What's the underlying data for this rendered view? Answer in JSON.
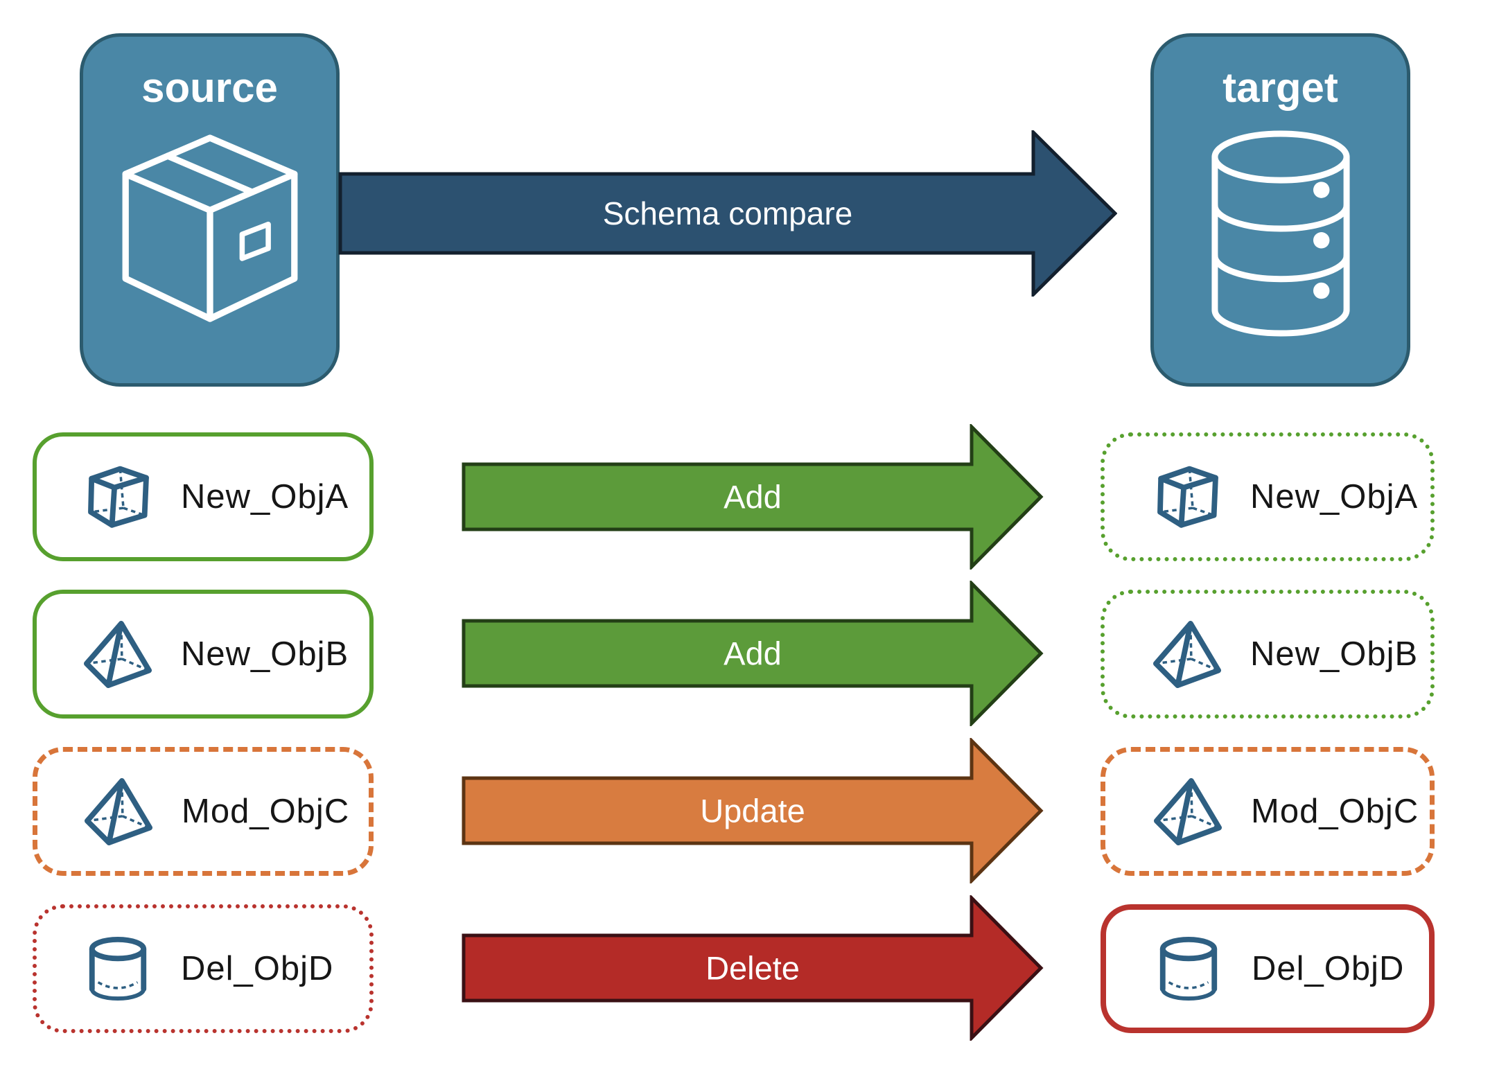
{
  "panels": {
    "source": {
      "label": "source",
      "icon": "package"
    },
    "target": {
      "label": "target",
      "icon": "database"
    }
  },
  "compare_arrow": {
    "label": "Schema compare"
  },
  "rows": [
    {
      "name": "New_ObjA",
      "icon": "cube",
      "action": "Add",
      "outline_color": "green",
      "source_border": "solid",
      "target_border": "dotted"
    },
    {
      "name": "New_ObjB",
      "icon": "pyramid",
      "action": "Add",
      "outline_color": "green",
      "source_border": "solid",
      "target_border": "dotted"
    },
    {
      "name": "Mod_ObjC",
      "icon": "pyramid",
      "action": "Update",
      "outline_color": "orange",
      "source_border": "dashed",
      "target_border": "dashed"
    },
    {
      "name": "Del_ObjD",
      "icon": "cylinder",
      "action": "Delete",
      "outline_color": "red",
      "source_border": "dotted",
      "target_border": "solid"
    }
  ],
  "colors": {
    "panel_fill": "#4A87A6",
    "panel_border": "#2C5B6E",
    "compare_fill": "#2C5170",
    "compare_border": "#13202E",
    "add_fill": "#5C9B3A",
    "add_border": "#233F16",
    "update_fill": "#D87C40",
    "update_border": "#5C3413",
    "delete_fill": "#B42B27",
    "delete_border": "#3A1014",
    "green_outline": "#57A02E",
    "orange_outline": "#D8753A",
    "red_outline": "#B9332E",
    "icon_stroke": "#2E5F82",
    "label_text": "#161616",
    "arrow_text": "#FFFFFF"
  }
}
